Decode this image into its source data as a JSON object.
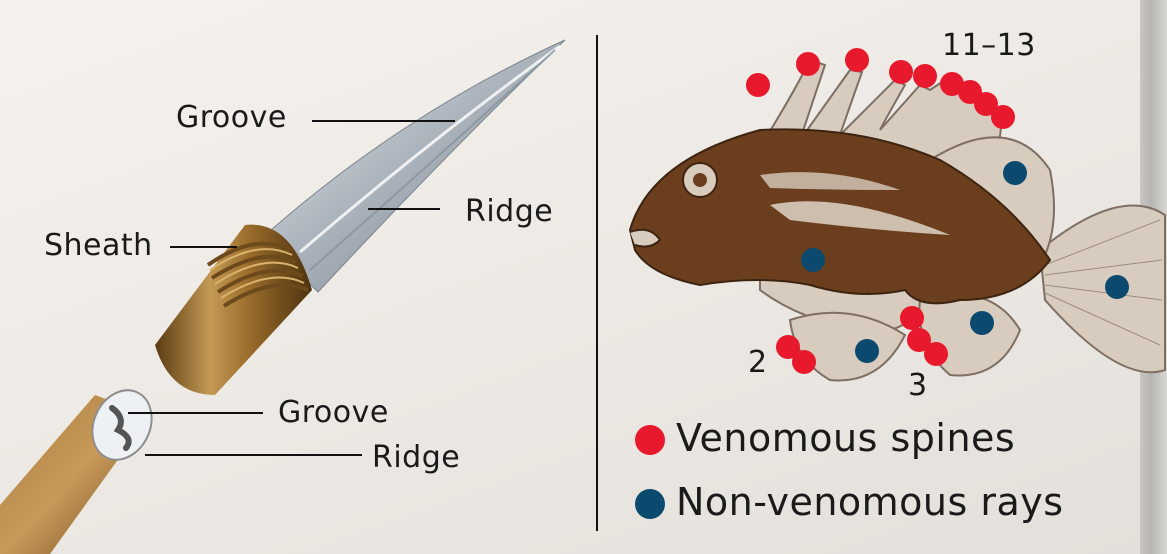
{
  "left_diagram": {
    "labels": {
      "groove_top": "Groove",
      "ridge_top": "Ridge",
      "sheath": "Sheath",
      "groove_bottom": "Groove",
      "ridge_bottom": "Ridge"
    }
  },
  "right_diagram": {
    "labels": {
      "dorsal_count": "11–13",
      "pelvic_count": "2",
      "anal_count": "3"
    },
    "legend": [
      {
        "label": "Venomous spines",
        "color": "#e8192c"
      },
      {
        "label": "Non-venomous rays",
        "color": "#0b4a6e"
      }
    ]
  },
  "colors": {
    "venomous": "#e8192c",
    "non_venomous": "#0b4a6e",
    "fish_body": "#6b3f1d",
    "fin": "#d8ccbf"
  }
}
